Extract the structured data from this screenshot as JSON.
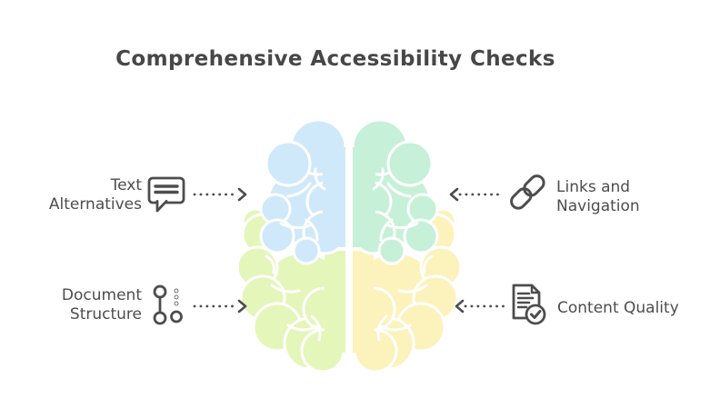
{
  "title": "Comprehensive Accessibility Checks",
  "callouts": {
    "text_alternatives": {
      "lines": [
        "Text",
        "Alternatives"
      ],
      "icon": "speech-bubble-icon",
      "arrow": "dotted-arrow-right"
    },
    "links_navigation": {
      "lines": [
        "Links and",
        "Navigation"
      ],
      "icon": "chain-link-icon",
      "arrow": "dotted-arrow-left"
    },
    "document_structure": {
      "lines": [
        "Document",
        "Structure"
      ],
      "icon": "outline-structure-icon",
      "arrow": "dotted-arrow-right"
    },
    "content_quality": {
      "lines": [
        "Content Quality"
      ],
      "icon": "document-check-icon",
      "arrow": "dotted-arrow-left"
    }
  },
  "brain": {
    "description": "top-view brain with four colored quadrants"
  },
  "colors": {
    "brain_top_left": "#cfe9fa",
    "brain_top_right": "#c6f0d8",
    "brain_bottom_left": "#e4f6ba",
    "brain_bottom_right": "#fcf2bb",
    "ink": "#4d4d4d",
    "title_ink": "#474747"
  }
}
